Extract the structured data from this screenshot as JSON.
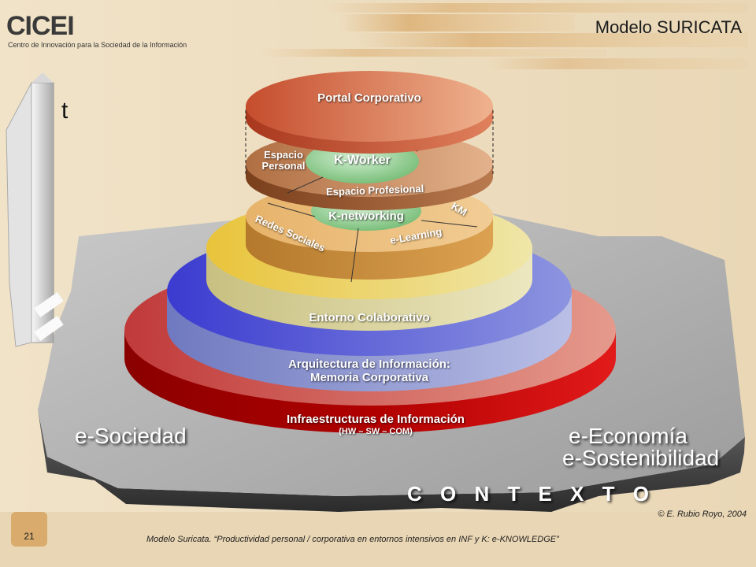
{
  "header": {
    "logo_text": "CICEI",
    "logo_subtitle": "Centro de Innovación para la Sociedad de la Información",
    "title": "Modelo SURICATA"
  },
  "diagram": {
    "time_axis_label": "t",
    "layers": {
      "portal": "Portal Corporativo",
      "espacio_personal_line1": "Espacio",
      "espacio_personal_line2": "Personal",
      "k_worker": "K-Worker",
      "espacio_profesional": "Espacio Profesional",
      "k_networking": "K-networking",
      "redes_sociales": "Redes Sociales",
      "km": "KM",
      "e_learning": "e-Learning",
      "entorno_colaborativo": "Entorno Colaborativo",
      "arquitectura_line1": "Arquitectura de Información:",
      "arquitectura_line2": "Memoria Corporativa",
      "infraestructuras": "Infraestructuras de Información",
      "infraestructuras_sub": "(HW – SW – COM)"
    },
    "context": {
      "e_sociedad": "e-Sociedad",
      "e_economia": "e-Economía",
      "e_sostenibilidad": "e-Sostenibilidad",
      "contexto": "C O N T E X T O"
    }
  },
  "footer": {
    "copyright": "© E. Rubio Royo, 2004",
    "page_number": "21",
    "caption": "Modelo Suricata. “Productividad personal / corporativa en entornos intensivos en INF y K: e-KNOWLEDGE”"
  }
}
